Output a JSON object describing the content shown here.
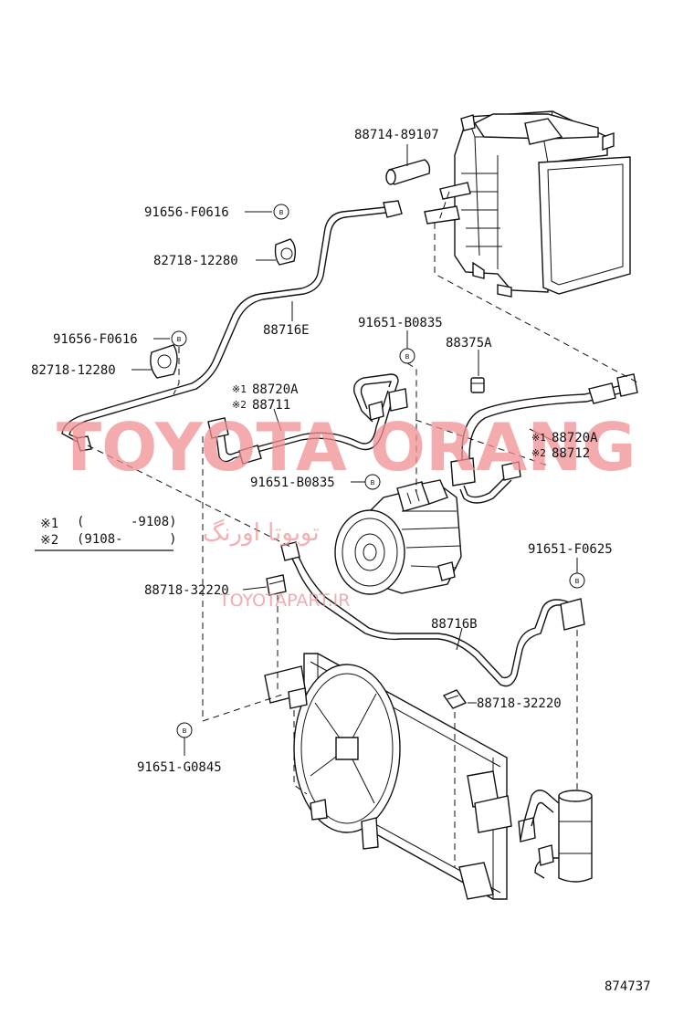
{
  "diagram": {
    "number": "874737",
    "legend": {
      "n1_mark": "※1",
      "n1_range": "(      -9108)",
      "n2_mark": "※2",
      "n2_range": "(9108-      )"
    },
    "bolt_symbol": "B",
    "parts": {
      "p88714_89107": "88714-89107",
      "p91656_F0616_a": "91656-F0616",
      "p82718_12280_a": "82718-12280",
      "p88716E": "88716E",
      "p91656_F0616_b": "91656-F0616",
      "p82718_12280_b": "82718-12280",
      "p91651_B0835_a": "91651-B0835",
      "p88375A": "88375A",
      "p88720A_left_mark": "※1",
      "p88720A_left": "88720A",
      "p88711_mark": "※2",
      "p88711": "88711",
      "p88720A_right_mark": "※1",
      "p88720A_right": "88720A",
      "p88712_mark": "※2",
      "p88712": "88712",
      "p91651_B0835_b": "91651-B0835",
      "p91651_F0625": "91651-F0625",
      "p88718_32220_a": "88718-32220",
      "p88716B": "88716B",
      "p88718_32220_b": "88718-32220",
      "p91651_G0845": "91651-G0845"
    },
    "watermarks": {
      "brand": "TOYOTA ORANG",
      "persian": "تویوتا اورنگ",
      "site": "TOYOTAPART.IR"
    }
  }
}
